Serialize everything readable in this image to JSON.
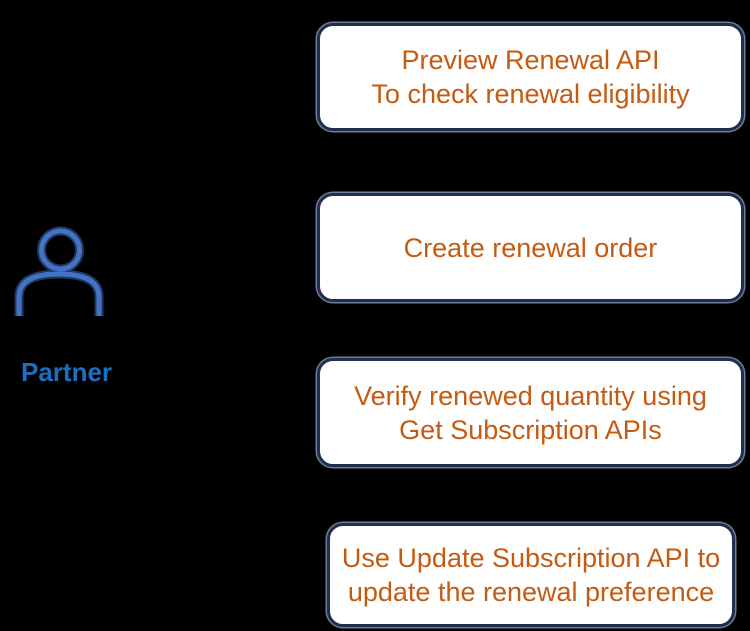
{
  "canvas": {
    "background_color": "#000000"
  },
  "actor": {
    "label": "Partner",
    "label_color": "#1B6FC4",
    "icon": "person-icon",
    "icon_stroke_color": "#4472C4",
    "icon_outline_color": "#1F3864"
  },
  "box_style": {
    "fill_color": "#FFFFFF",
    "border_color": "#1E2F4F",
    "text_color": "#C55A11"
  },
  "steps": [
    {
      "lines": [
        "Preview Renewal API",
        "To check renewal eligibility"
      ]
    },
    {
      "lines": [
        "Create renewal order"
      ]
    },
    {
      "lines": [
        "Verify renewed quantity using",
        "Get Subscription APIs"
      ]
    },
    {
      "lines": [
        "Use Update Subscription API to",
        "update the renewal preference"
      ]
    }
  ]
}
